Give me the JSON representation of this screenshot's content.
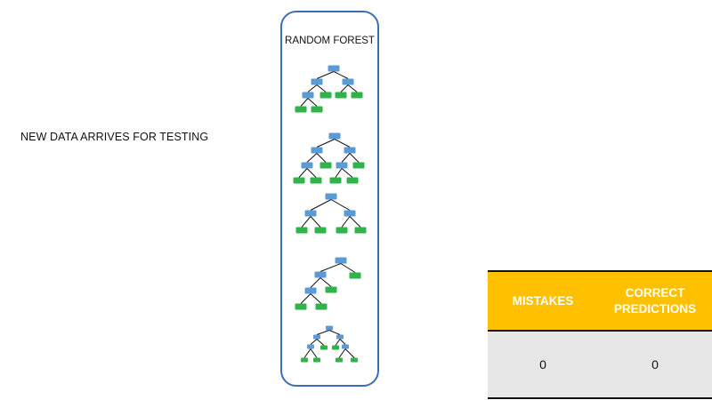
{
  "left_text": "NEW DATA ARRIVES FOR TESTING",
  "forest": {
    "title": "RANDOM FOREST",
    "node_colors": {
      "internal": "#5b9bd5",
      "leaf": "#2fb34a",
      "edge": "#111111"
    },
    "tree_count": 5
  },
  "results_table": {
    "headers": [
      "MISTAKES",
      "CORRECT PREDICTIONS"
    ],
    "values": [
      "0",
      "0"
    ],
    "header_color": "#ffc000",
    "body_color": "#e7e6e6"
  }
}
